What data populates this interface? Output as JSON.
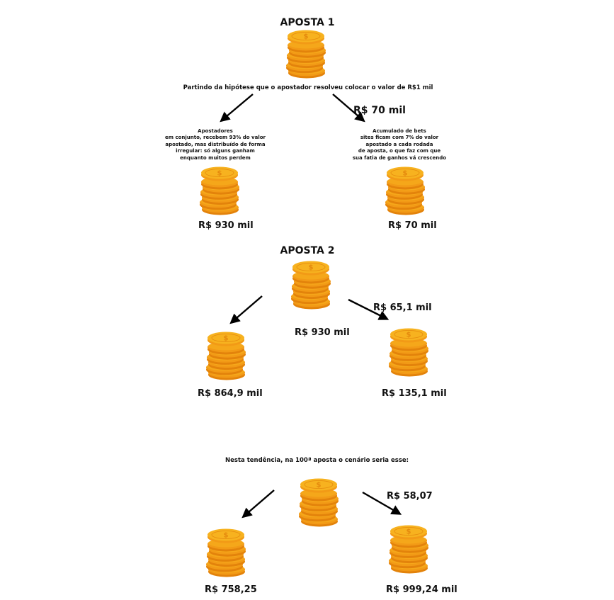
{
  "bet1": {
    "title": "APOSTA 1",
    "intro": "Partindo da hipótese que o apostador resolveu colocar o valor de R$1 mil",
    "fee": "R$ 70 mil",
    "left_note": "Apostadores\nem conjunto, recebem 93% do valor\napostado, mas distribuído de forma\nirregular: só alguns ganham\nenquanto muitos perdem",
    "right_note": "Acumulado de bets\nsites ficam com 7% do valor\napostado a cada rodada\nde aposta, o que faz com que\nsua fatia de ganhos vá crescendo",
    "left_amount": "R$ 930 mil",
    "right_amount": "R$ 70 mil"
  },
  "bet2": {
    "title": "APOSTA 2",
    "center_amount": "R$ 930 mil",
    "fee": "R$ 65,1 mil",
    "left_amount": "R$ 864,9 mil",
    "right_amount": "R$ 135,1 mil"
  },
  "bet100": {
    "intro": "Nesta tendência, na 100ª aposta o cenário seria esse:",
    "fee": "R$ 58,07",
    "left_amount": "R$ 758,25",
    "right_amount": "R$ 999,24 mil"
  },
  "colors": {
    "coin_top": "#f7b21f",
    "coin_side": "#f29a16",
    "coin_shadow": "#e3830b",
    "coin_symbol": "#e58a0e",
    "arrow": "#000000"
  },
  "icons": {
    "coin_stack": "coin-stack-icon",
    "arrow": "arrow-icon"
  }
}
